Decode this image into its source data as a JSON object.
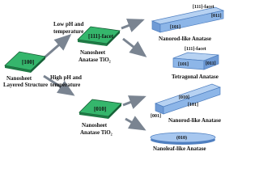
{
  "labels": {
    "start_facet": "[100]",
    "start_title_1": "Nanosheet",
    "start_title_2": "Layered Structure",
    "branch_low_1": "Low pH and",
    "branch_low_2": "temperature",
    "branch_high_1": "High pH and",
    "branch_high_2": "temperature",
    "mid_top_facet": "[111]-facet",
    "mid_top_title_1": "Nanosheet",
    "mid_top_title_2": "Anatase TiO₂",
    "mid_bottom_facet": "[010]",
    "mid_bottom_title_1": "Nanosheet",
    "mid_bottom_title_2": "Anatase TiO₂",
    "rod1_facet_a": "[111]-facet",
    "rod1_facet_b": "[011]",
    "rod1_facet_c": "[101]",
    "rod1_title": "Nanorod-like Anatase",
    "tet_facet_a": "[111]-facet",
    "tet_facet_b": "[101]",
    "tet_facet_c": "[011]",
    "tet_title": "Tetragonal Anatase",
    "rod2_facet_a": "[010]",
    "rod2_facet_b": "[101]",
    "rod2_facet_c": "[001]",
    "rod2_title": "Nanorod-like Anatase",
    "leaf_facet": "(010)",
    "leaf_title": "Nanoleaf-like Anatase"
  },
  "colors": {
    "green_top": "#35b66c",
    "green_side": "#1f7a45",
    "blue_top": "#8db6e8",
    "blue_side": "#4f7fc0",
    "arrow": "#7a8491"
  }
}
